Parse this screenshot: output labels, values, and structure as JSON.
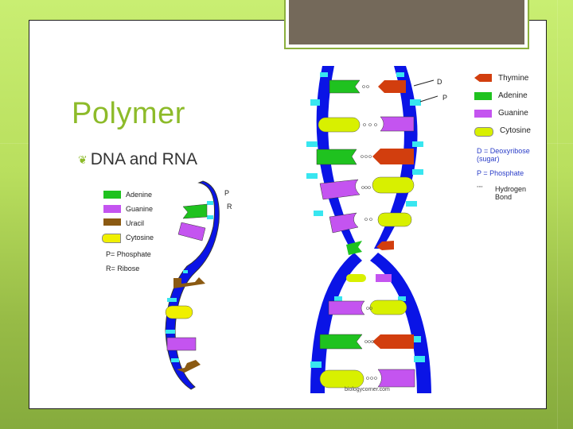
{
  "slide": {
    "title": "Polymer",
    "bullet": "DNA and RNA",
    "bullet_icon": "decorative-swirl-icon"
  },
  "rna_legend": {
    "items": [
      {
        "label": "Adenine",
        "color": "#1fc21f"
      },
      {
        "label": "Guanine",
        "color": "#c454f0"
      },
      {
        "label": "Uracil",
        "color": "#8b5a12"
      },
      {
        "label": "Cytosine",
        "color": "#f0f000"
      }
    ],
    "p_label": "P= Phosphate",
    "r_label": "R= Ribose",
    "marker_p": "P",
    "marker_r": "R"
  },
  "dna_legend": {
    "items": [
      {
        "label": "Thymine",
        "color": "#d23e0e"
      },
      {
        "label": "Adenine",
        "color": "#1fc21f"
      },
      {
        "label": "Guanine",
        "color": "#c454f0"
      },
      {
        "label": "Cytosine",
        "color": "#d8f000"
      }
    ],
    "d_label": "D = Deoxyribose (sugar)",
    "p_label": "P = Phosphate",
    "h_label": "Hydrogen Bond",
    "marker_d": "D",
    "marker_p": "P"
  },
  "credit": "biologycorner.com",
  "colors": {
    "backbone": "#0a14e6",
    "phosphate": "#38e6f0",
    "accent": "#8dbb2a",
    "header_box": "#74695a"
  }
}
